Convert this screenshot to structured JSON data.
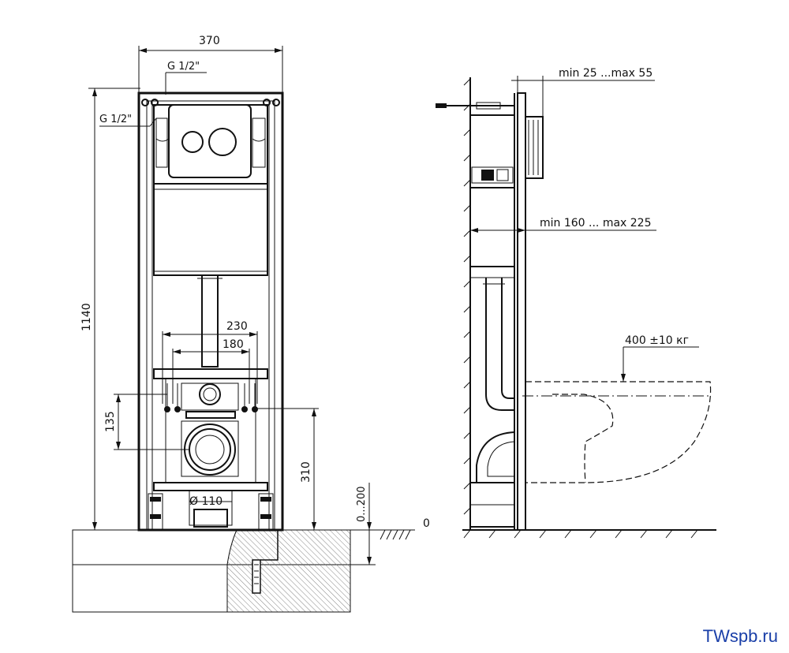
{
  "front_view": {
    "width_label": "370",
    "height_label": "1140",
    "inlet_top_label": "G 1/2\"",
    "inlet_side_label": "G 1/2\"",
    "bolt_spacing_outer": "230",
    "bolt_spacing_inner": "180",
    "bolt_height": "135",
    "outlet_height": "310",
    "drain_diameter": "Ø 110",
    "leg_adjust": "0...200",
    "floor_zero": "0"
  },
  "side_view": {
    "wall_thickness": "min 25 ...max 55",
    "depth_range": "min 160 ... max 225",
    "load_rating": "400 ±10 кг"
  },
  "watermark": "TWspb.ru"
}
